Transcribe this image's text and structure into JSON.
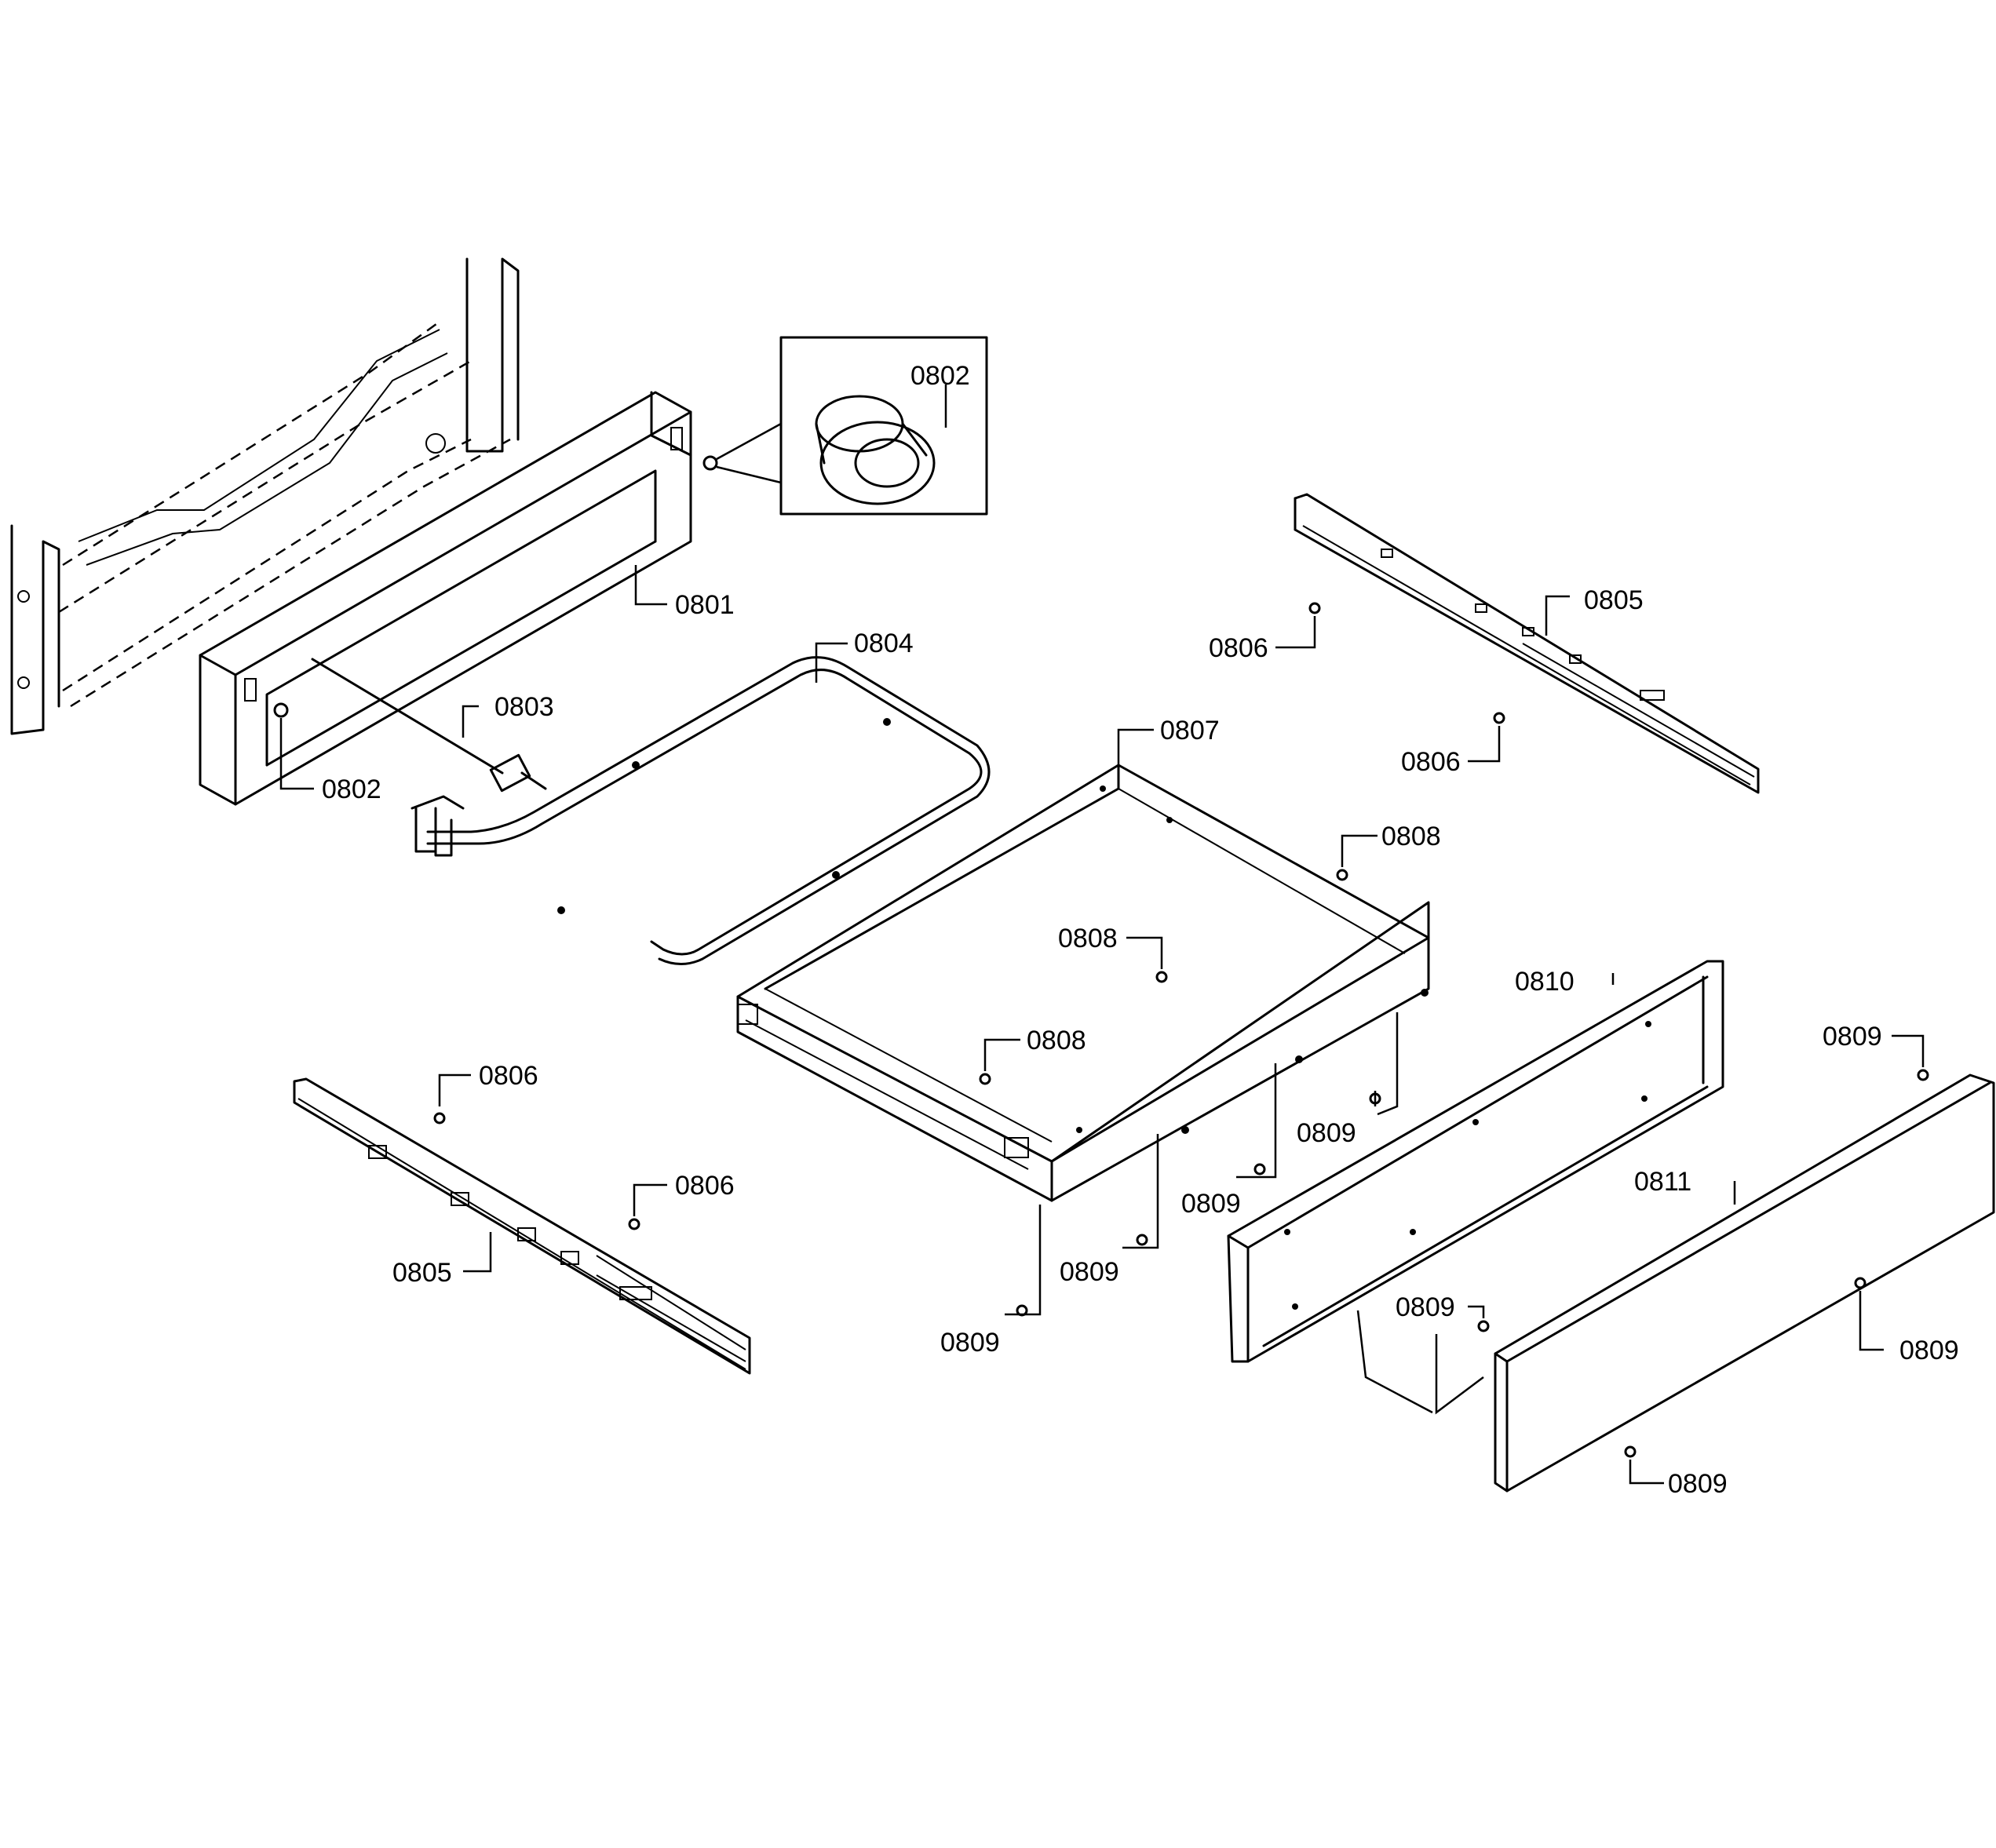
{
  "labels": {
    "p0801": "0801",
    "p0802_inset": "0802",
    "p0802": "0802",
    "p0803": "0803",
    "p0804": "0804",
    "p0805_right": "0805",
    "p0805_left": "0805",
    "p0806_r1": "0806",
    "p0806_r2": "0806",
    "p0806_l1": "0806",
    "p0806_l2": "0806",
    "p0807": "0807",
    "p0808_a": "0808",
    "p0808_b": "0808",
    "p0808_c": "0808",
    "p0809_a": "0809",
    "p0809_b": "0809",
    "p0809_c": "0809",
    "p0809_d": "0809",
    "p0809_e": "0809",
    "p0809_f": "0809",
    "p0809_g": "0809",
    "p0809_h": "0809",
    "p0810": "0810",
    "p0811": "0811"
  }
}
